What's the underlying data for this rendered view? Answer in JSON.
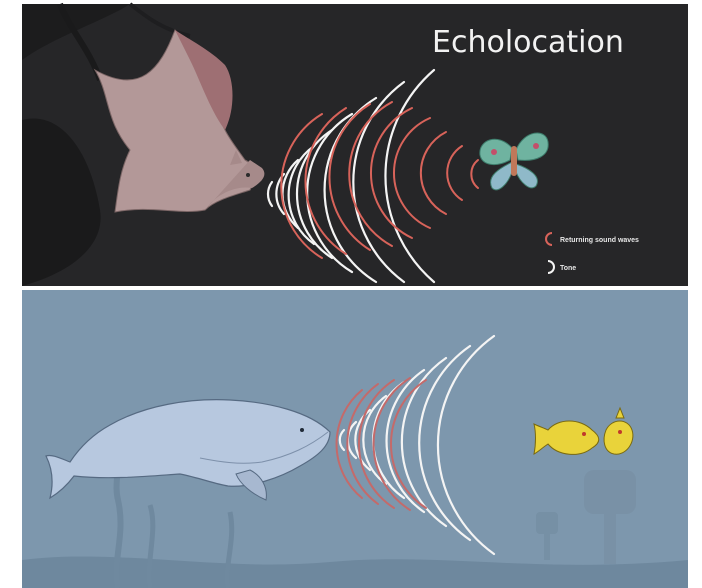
{
  "title": "Echolocation",
  "legend": {
    "returning": "Returning sound waves",
    "tone": "Tone"
  },
  "colors": {
    "top_background": "#262628",
    "bottom_background": "#7d97ad",
    "outgoing_wave": "#f4f4f4",
    "returning_wave": "#d8635a",
    "bat": "#b39898",
    "bat_wing": "#9e6f73",
    "whale": "#b7c8df",
    "fish": "#e9d33a"
  },
  "icons": [
    "bat-icon",
    "moth-icon",
    "whale-icon",
    "fish-icon"
  ]
}
